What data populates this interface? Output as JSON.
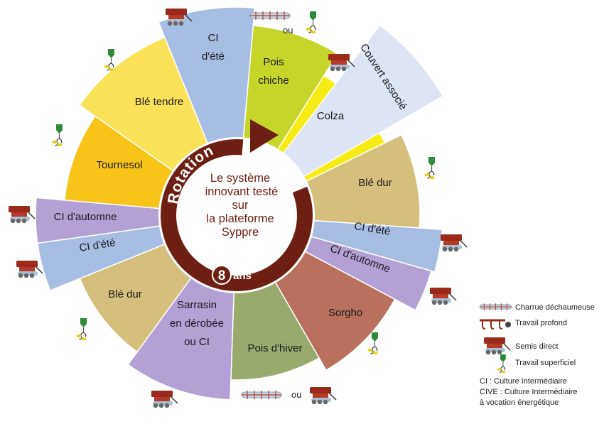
{
  "center": {
    "lines": [
      "Le système",
      "innovant testé",
      "sur",
      "la plateforme",
      "Syppre"
    ],
    "rotation_word": "Rotation",
    "years_number": "8",
    "years_word": "ans"
  },
  "segments": [
    {
      "id": "ci-ete-top",
      "lines": [
        "CI",
        "d'été"
      ],
      "color": "#a8bde4"
    },
    {
      "id": "pois-chiche",
      "lines": [
        "Pois",
        "chiche"
      ],
      "color": "#c5d52a"
    },
    {
      "id": "colza",
      "lines": [
        "Colza"
      ],
      "color": "#f7ec16"
    },
    {
      "id": "couvert-associe",
      "lines": [
        "Couvert associé"
      ],
      "color": "#dde4f3"
    },
    {
      "id": "ble-dur-right",
      "lines": [
        "Blé dur"
      ],
      "color": "#d4c07c"
    },
    {
      "id": "ci-ete-right",
      "lines": [
        "CI d'été"
      ],
      "color": "#a8bde4"
    },
    {
      "id": "ci-automne-right",
      "lines": [
        "CI d'automne"
      ],
      "color": "#b3a1d6"
    },
    {
      "id": "sorgho",
      "lines": [
        "Sorgho"
      ],
      "color": "#b9705c"
    },
    {
      "id": "pois-hiver",
      "lines": [
        "Pois d'hiver"
      ],
      "color": "#98ab6c"
    },
    {
      "id": "sarrasin",
      "lines": [
        "Sarrasin",
        "en dérobée",
        "ou CI"
      ],
      "color": "#b3a1d6"
    },
    {
      "id": "ble-dur-left",
      "lines": [
        "Blé dur"
      ],
      "color": "#d4c07c"
    },
    {
      "id": "ci-ete-left",
      "lines": [
        "CI d'été"
      ],
      "color": "#a8bde4"
    },
    {
      "id": "ci-automne-left",
      "lines": [
        "CI d'automne"
      ],
      "color": "#b3a1d6"
    },
    {
      "id": "tournesol",
      "lines": [
        "Tournesol"
      ],
      "color": "#f9c41a"
    },
    {
      "id": "ble-tendre",
      "lines": [
        "Blé tendre"
      ],
      "color": "#fbe259"
    }
  ],
  "ou_label": "ou",
  "legend": [
    {
      "icon": "charrue-dechaumeuse-icon",
      "label": "Charrue déchaumeuse"
    },
    {
      "icon": "travail-profond-icon",
      "label": "Travail profond"
    },
    {
      "icon": "semis-direct-icon",
      "label": "Semis direct"
    },
    {
      "icon": "travail-superficiel-icon",
      "label": "Travail superficiel"
    }
  ],
  "notes": [
    "CI : Culture Intermédiaire",
    "CIVE : Culture Intermédiaire",
    "à vocation énergétique"
  ],
  "colors": {
    "arrow": "#6e1f14",
    "drill_red": "#9a2a1c",
    "drill_blue": "#9fb6cc",
    "tool_green": "#2e8a3a",
    "tool_yellow": "#e5cf27"
  }
}
